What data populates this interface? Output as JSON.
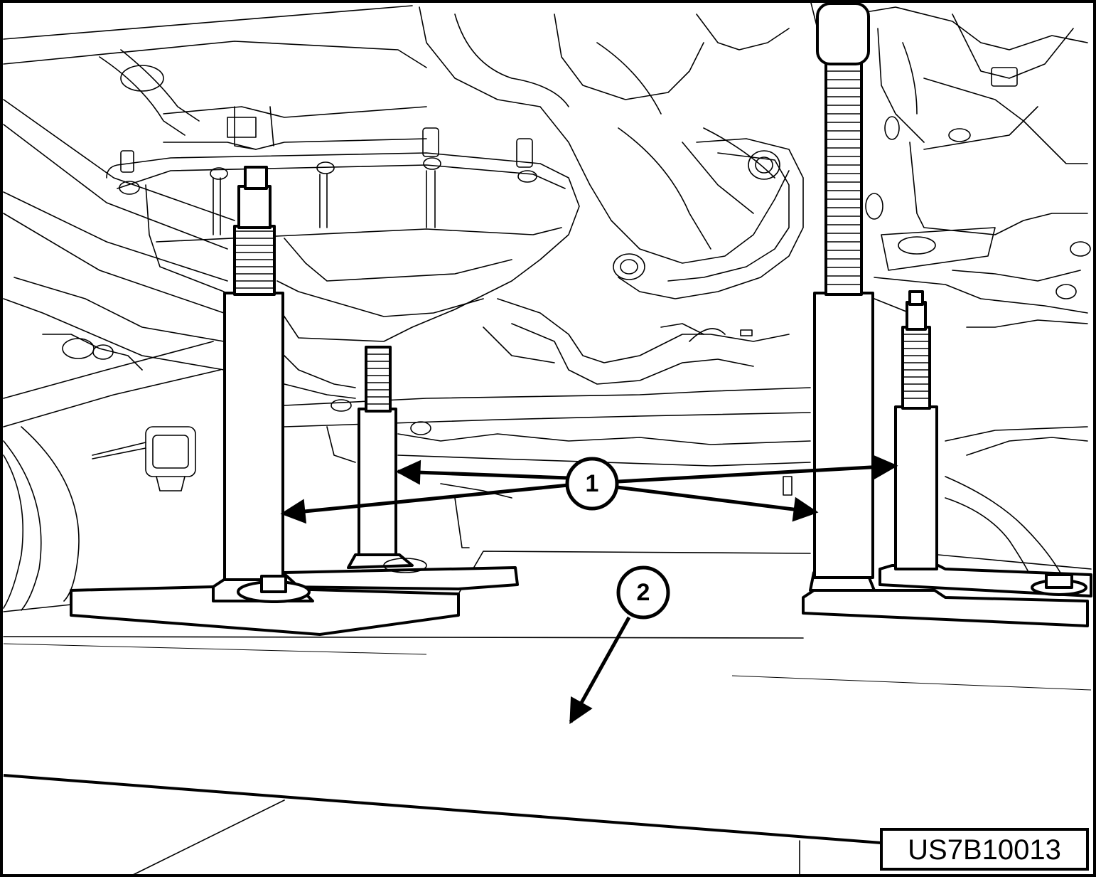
{
  "callouts": [
    {
      "id": "1",
      "label": "1"
    },
    {
      "id": "2",
      "label": "2"
    }
  ],
  "figure_id": "US7B10013"
}
